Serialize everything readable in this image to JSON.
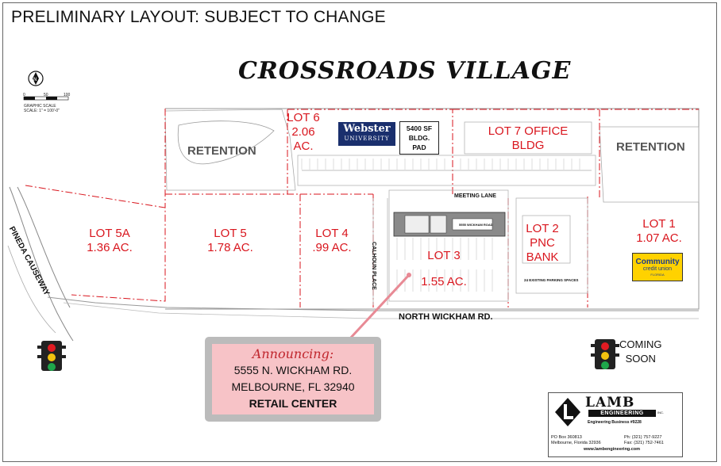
{
  "header": "PRELIMINARY LAYOUT: SUBJECT TO CHANGE",
  "title": "CROSSROADS VILLAGE",
  "scale": {
    "ticks": [
      "0",
      "50",
      "100"
    ],
    "caption": "GRAPHIC SCALE",
    "ratio": "SCALE: 1\" = 100'-0\""
  },
  "lots": [
    {
      "name": "LOT 6",
      "area": "2.06",
      "unit": "AC."
    },
    {
      "name": "LOT 5A",
      "area": "1.36 AC."
    },
    {
      "name": "LOT 5",
      "area": "1.78 AC."
    },
    {
      "name": "LOT 4",
      "area": ".99 AC."
    },
    {
      "name": "LOT 3",
      "area": "1.55 AC."
    },
    {
      "name": "LOT 2",
      "line2": "PNC",
      "line3": "BANK"
    },
    {
      "name": "LOT 1",
      "area": "1.07 AC."
    },
    {
      "name": "LOT 7 OFFICE",
      "line2": "BLDG"
    }
  ],
  "retention": [
    "RETENTION",
    "RETENTION"
  ],
  "webster": {
    "line1": "Webster",
    "line2": "UNIVERSITY"
  },
  "bldg_pad": [
    "5400 SF",
    "BLDG.",
    "PAD"
  ],
  "roads": {
    "meeting_lane": "MEETING LANE",
    "calhoun": "CALHOUN PLACE",
    "north_wickham": "NORTH WICKHAM RD.",
    "pineda": "PINEDA CAUSEWAY"
  },
  "site_notes": {
    "building_address": "5555 WICKHAM ROAD",
    "parking": "24 EXISTING PARKING SPACES"
  },
  "credit_union": {
    "line1": "Community",
    "line2": "credit union",
    "line3": "FLORIDA"
  },
  "announcement": {
    "title": "Announcing:",
    "address1": "5555 N. WICKHAM RD.",
    "address2": "MELBOURNE, FL 32940",
    "type": "RETAIL CENTER"
  },
  "coming_soon": [
    "COMING",
    "SOON"
  ],
  "engineer": {
    "name": "LAMB",
    "engineering": "ENGINEERING",
    "inc": "INC.",
    "business": "Engineering Business #9228",
    "po": "PO Box 360813",
    "city": "Melbourne, Florida  32936",
    "phone": "Ph:  (321) 757-9227",
    "fax": "Fax:  (321) 752-7461",
    "web": "www.lambengineering.com"
  },
  "colors": {
    "lot_lines": "#d9161e",
    "announce_bg": "#f7c3c7",
    "webster": "#1a2f6d",
    "credit_union": "#ffd200"
  },
  "icons": [
    "north-arrow-icon",
    "traffic-light-icon",
    "lamb-logo-icon"
  ]
}
